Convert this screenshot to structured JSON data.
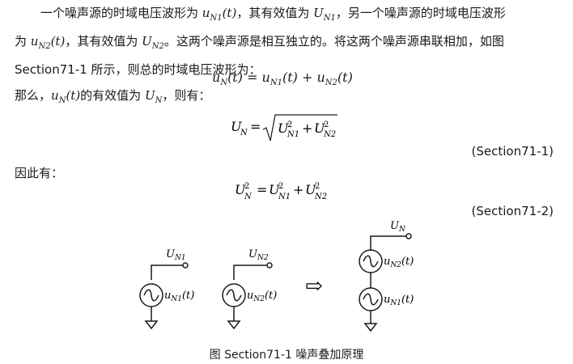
{
  "paragraph1": {
    "p1_a": "一个噪声源的时域电压波形为 ",
    "p1_uN1t": "u",
    "p1_b": "，其有效值为 ",
    "p1_c": "，另一个噪声源的时域电压波形",
    "p2_a": "为 ",
    "p2_b": "，其有效值为 ",
    "p2_c": "。这两个噪声源是相互独立的。将这两个噪声源串联相加，如图",
    "p3": "Section71-1 所示，则总的时域电压波形为："
  },
  "sub": {
    "N1": "N1",
    "N2": "N2",
    "N": "N"
  },
  "paragraph2": {
    "a": "那么，",
    "b": "的有效值为 ",
    "c": "，则有："
  },
  "paragraph3": {
    "a": "因此有："
  },
  "equations": {
    "eq1_label": "(Section71-1)",
    "eq2_label": "(Section71-2)"
  },
  "figure": {
    "caption": "图 Section71-1 噪声叠加原理",
    "label_UN1": "U",
    "label_UN2": "U",
    "label_UN": "U",
    "src1": "u",
    "src2": "u",
    "arrow": "⇨"
  }
}
